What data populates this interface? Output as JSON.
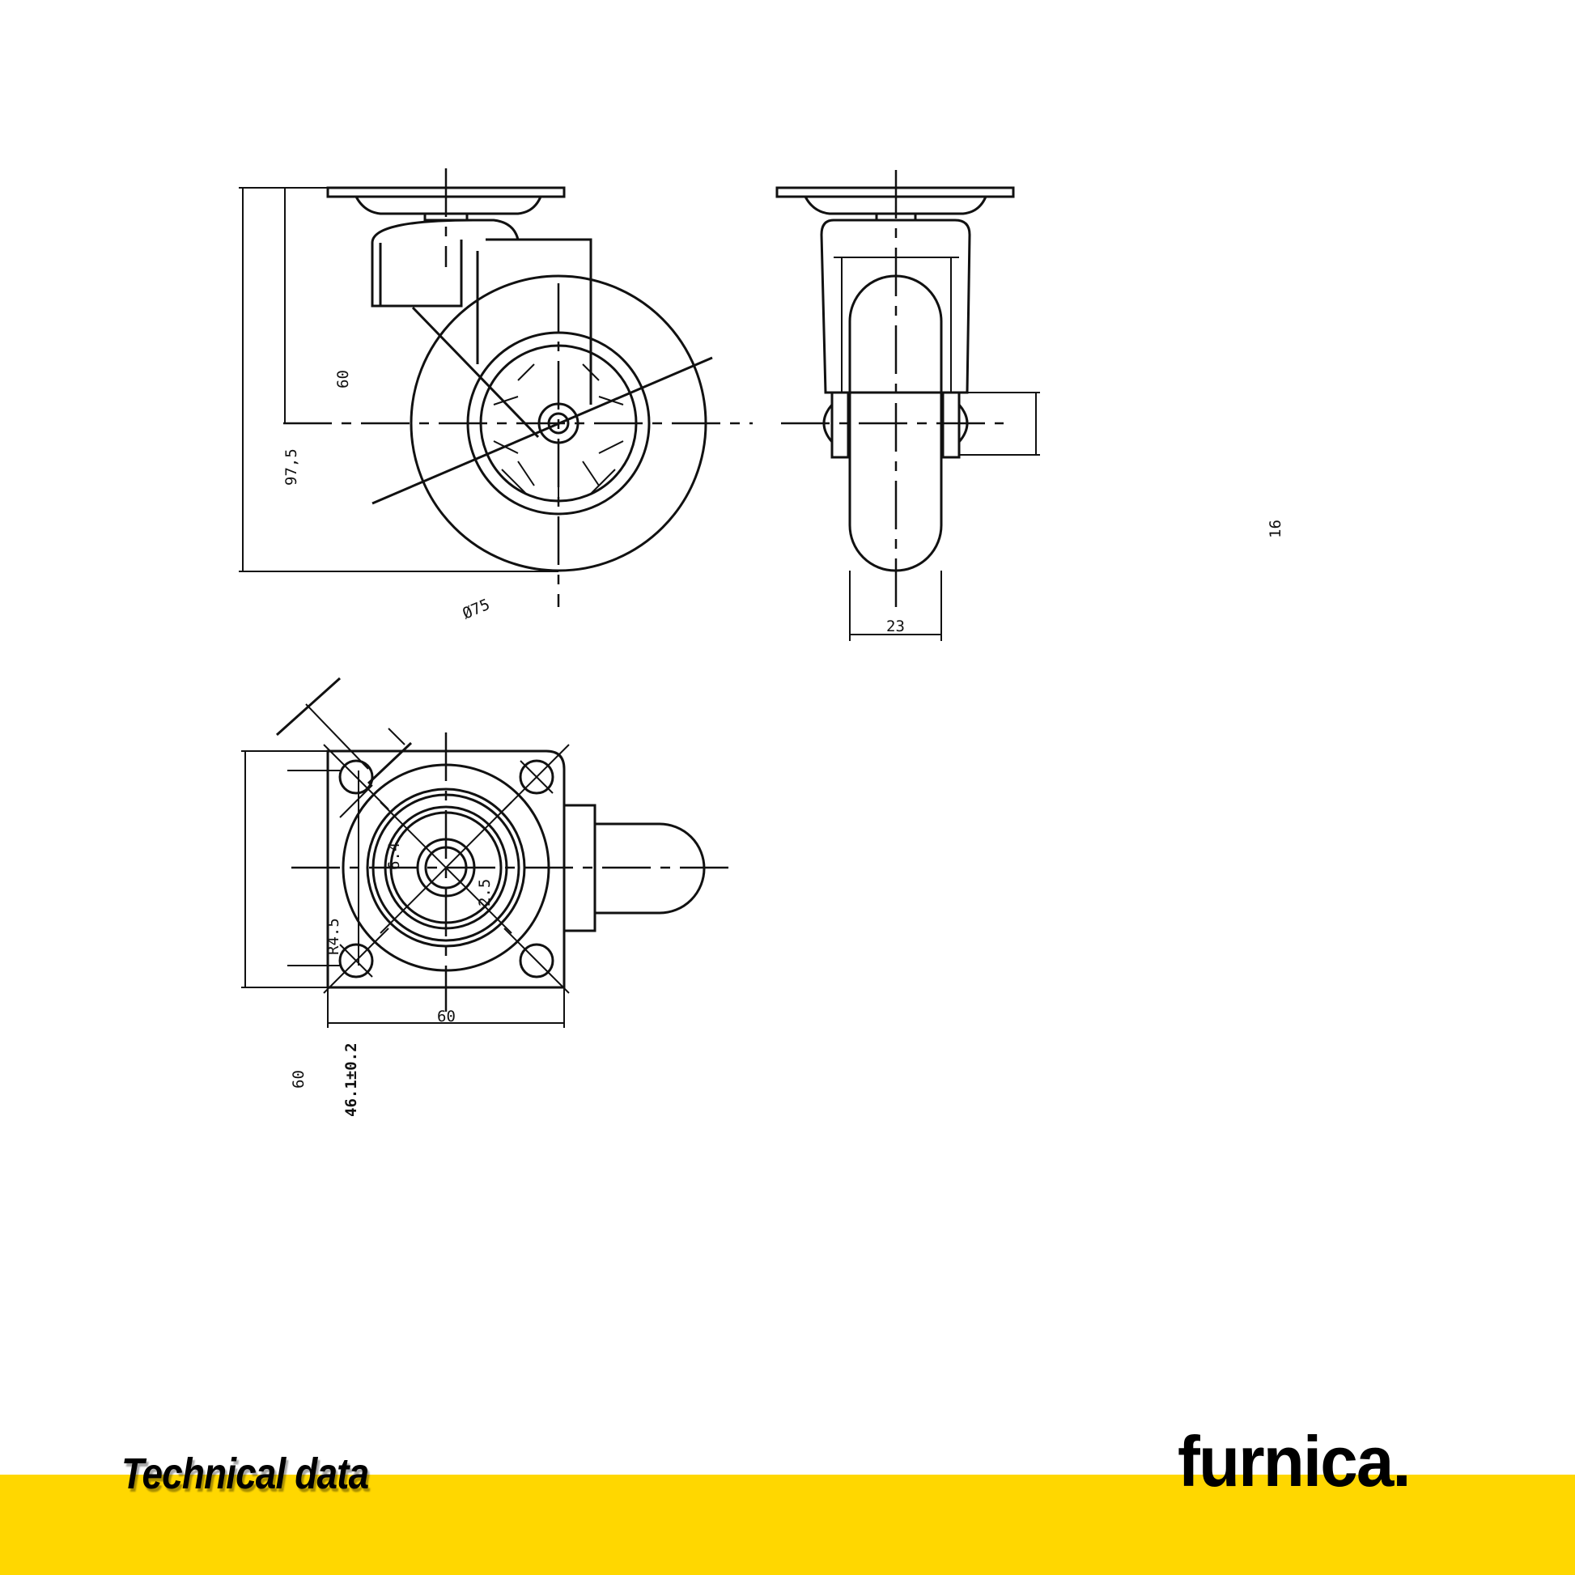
{
  "footer": {
    "title": "Technical data",
    "brand": "furnica.",
    "band_color": "#FFD700"
  },
  "dimensions": {
    "total_height": "97,5",
    "axle_height": "60",
    "wheel_diameter": "Ø75",
    "axle_width": "16",
    "wheel_width": "23",
    "slot_length": "6.4",
    "slot_width": "2.5",
    "slot_radius": "R4.5",
    "hole_spacing": "46.1±0.2",
    "plate_height": "60",
    "plate_width": "60"
  }
}
